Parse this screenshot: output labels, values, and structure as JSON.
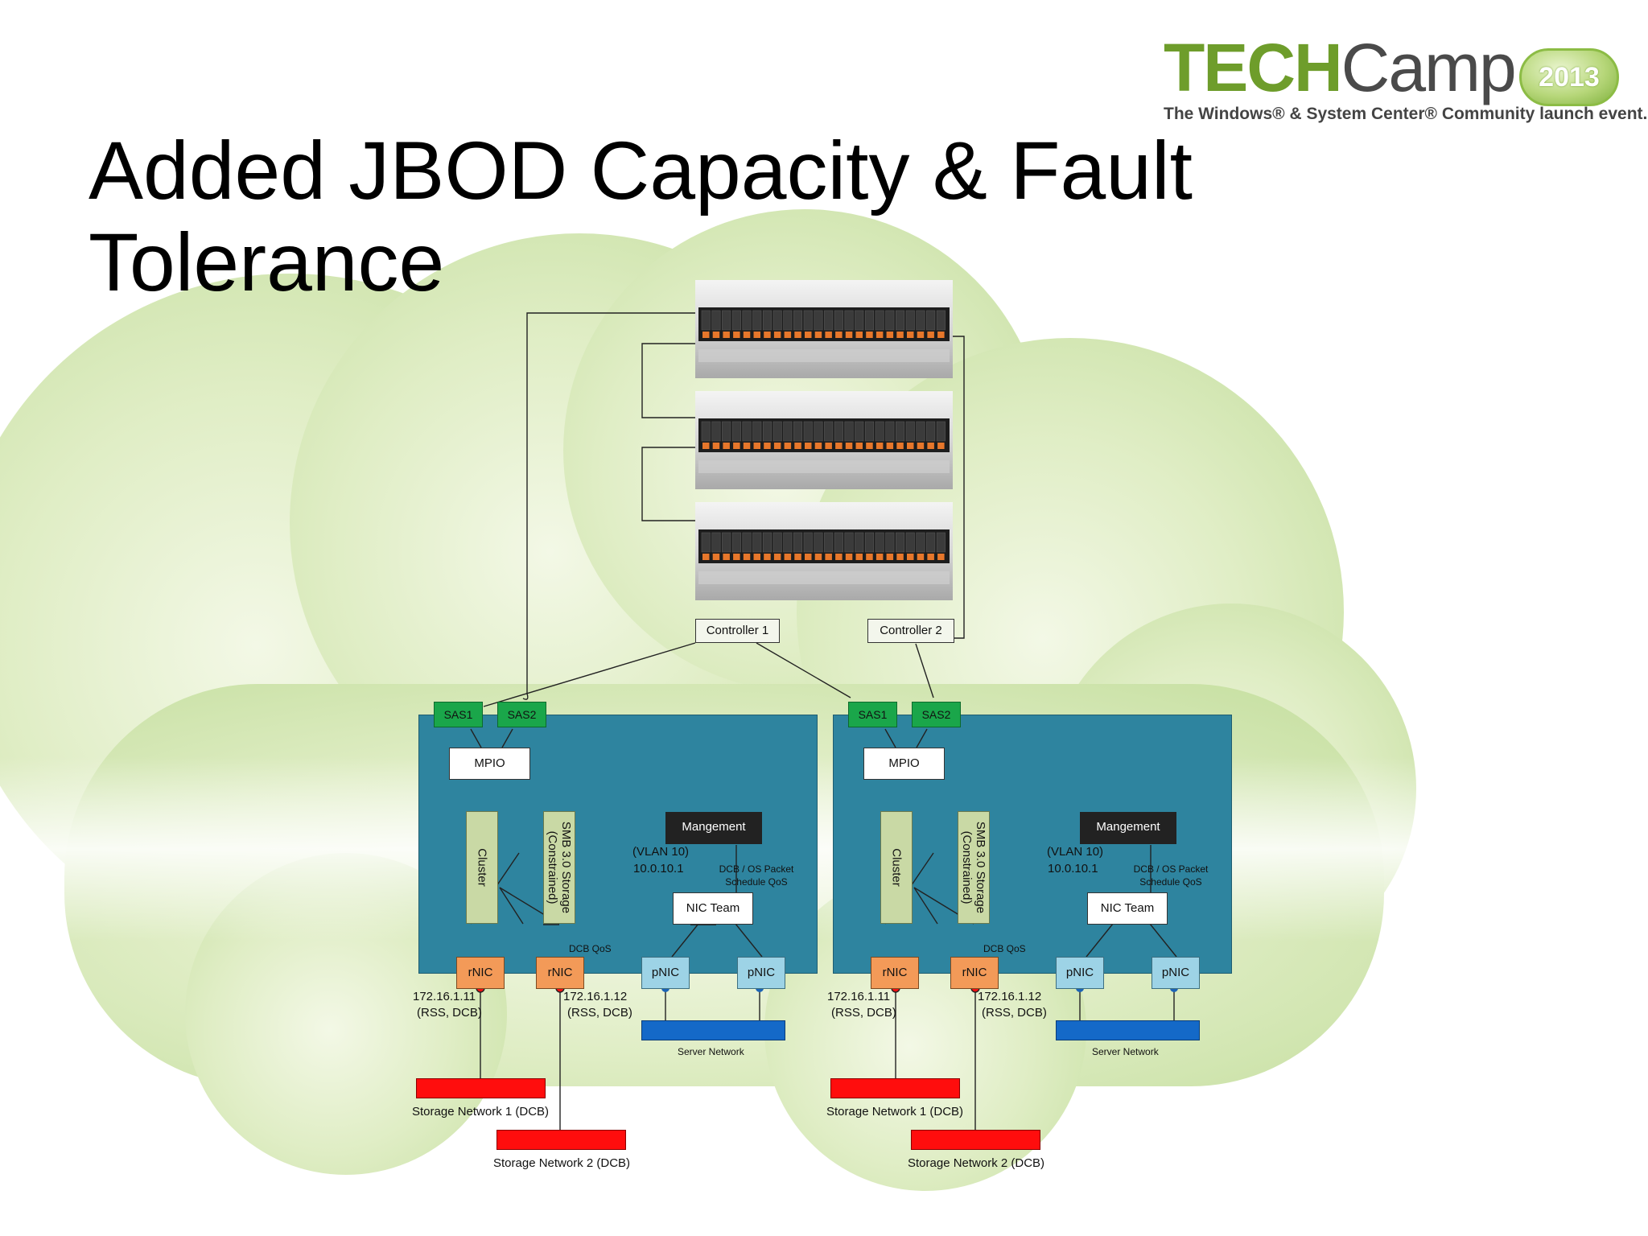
{
  "slide": {
    "title_line1": "Added JBOD Capacity & Fault",
    "title_line2": "Tolerance"
  },
  "logo": {
    "word_tech": "TECH",
    "word_camp": "Camp",
    "year": "2013",
    "tagline": "The Windows® & System Center® Community launch event."
  },
  "colors": {
    "host_bg": "#2e849f",
    "sas": "#1aa64a",
    "rnic": "#f39a58",
    "pnic": "#9dd3e6",
    "storage_network": "#ff0d0d",
    "server_network": "#1469c8",
    "cluster_box": "#c9d9a5",
    "management": "#222222",
    "logo_green": "#6e9d2b"
  },
  "controllers": [
    "Controller 1",
    "Controller 2"
  ],
  "jbod_icon": "jbod-disk-enclosure",
  "hosts": [
    {
      "sas": [
        "SAS1",
        "SAS2"
      ],
      "mpio": "MPIO",
      "cluster": "Cluster",
      "smb": "SMB 3.0 Storage (Constrained)",
      "management": "Mangement",
      "vlan": "(VLAN 10)",
      "mgmt_ip": "10.0.10.1",
      "qos": "DCB / OS Packet Schedule QoS",
      "nic_team": "NIC Team",
      "dcb_qos": "DCB QoS",
      "rnic1": "rNIC",
      "rnic2": "rNIC",
      "pnic1": "pNIC",
      "pnic2": "pNIC",
      "rnic1_ip": "172.16.1.11",
      "rnic1_note": "(RSS, DCB)",
      "rnic2_ip": "172.16.1.12",
      "rnic2_note": "(RSS, DCB)",
      "server_network": "Server Network",
      "storage_network_1": "Storage Network 1 (DCB)",
      "storage_network_2": "Storage Network 2 (DCB)"
    },
    {
      "sas": [
        "SAS1",
        "SAS2"
      ],
      "mpio": "MPIO",
      "cluster": "Cluster",
      "smb": "SMB 3.0 Storage (Constrained)",
      "management": "Mangement",
      "vlan": "(VLAN 10)",
      "mgmt_ip": "10.0.10.1",
      "qos": "DCB / OS Packet Schedule QoS",
      "nic_team": "NIC Team",
      "dcb_qos": "DCB QoS",
      "rnic1": "rNIC",
      "rnic2": "rNIC",
      "pnic1": "pNIC",
      "pnic2": "pNIC",
      "rnic1_ip": "172.16.1.11",
      "rnic1_note": "(RSS, DCB)",
      "rnic2_ip": "172.16.1.12",
      "rnic2_note": "(RSS, DCB)",
      "server_network": "Server Network",
      "storage_network_1": "Storage Network 1 (DCB)",
      "storage_network_2": "Storage Network 2 (DCB)"
    }
  ]
}
